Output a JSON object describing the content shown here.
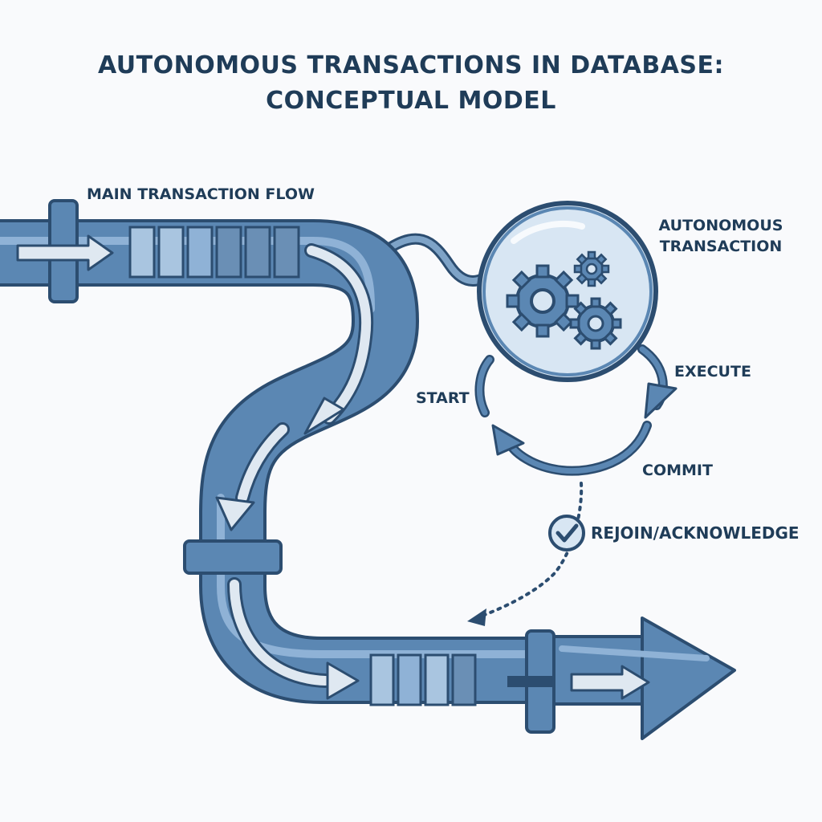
{
  "title": {
    "line1": "AUTONOMOUS TRANSACTIONS IN DATABASE:",
    "line2": "CONCEPTUAL MODEL"
  },
  "labels": {
    "main_flow": "MAIN TRANSACTION FLOW",
    "autonomous_line1": "AUTONOMOUS",
    "autonomous_line2": "TRANSACTION",
    "execute": "EXECUTE",
    "start": "START",
    "commit": "COMMIT",
    "rejoin": "REJOIN/ACKNOWLEDGE"
  },
  "icons": [
    "gear-icon",
    "check-icon",
    "arrow-icon"
  ],
  "colors": {
    "pipe": "#5b87b3",
    "pipe_dark": "#2c4d70",
    "pipe_light": "#a9c5e0",
    "bubble": "#d8e6f3",
    "text": "#1f3c58",
    "background": "#f9fafc"
  }
}
